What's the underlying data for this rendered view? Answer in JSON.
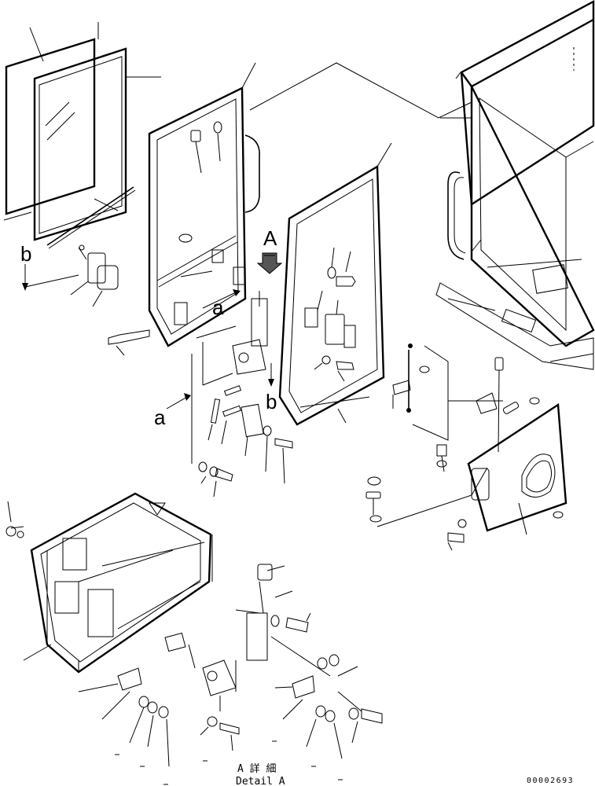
{
  "labels": {
    "view_A": "A",
    "a_upper": "a",
    "a_left": "a",
    "b_left": "b",
    "b_mid": "b"
  },
  "caption": {
    "japanese": "A 詳 細",
    "english": "Detail A"
  },
  "drawing_number": "00002693"
}
